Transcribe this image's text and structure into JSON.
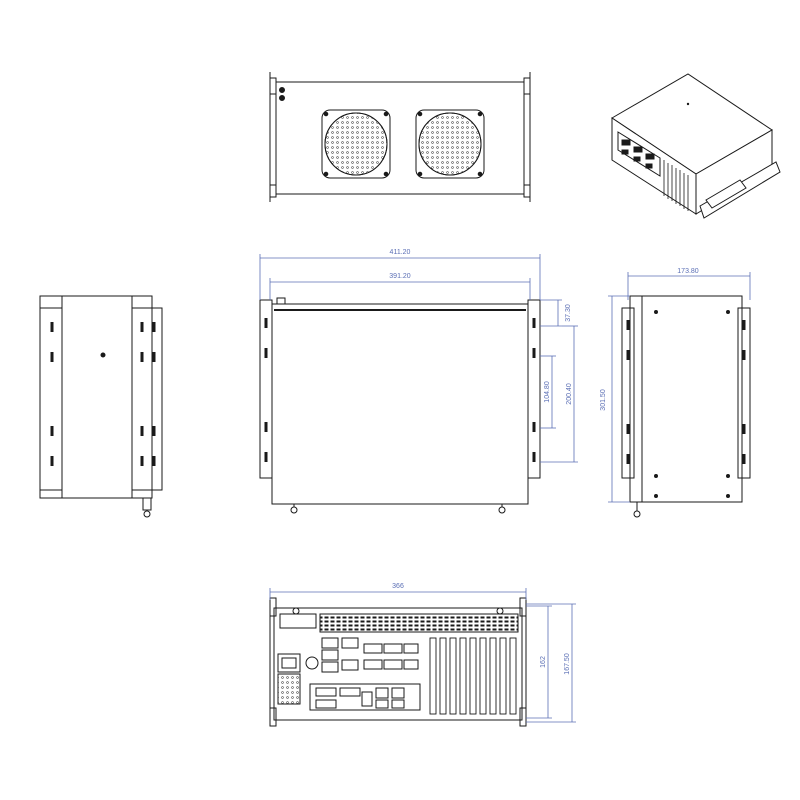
{
  "drawing": {
    "dimensions": {
      "front_overall_width": "411.20",
      "front_inner_width": "391.20",
      "front_top_offset": "37.30",
      "front_slot_span": "104.80",
      "front_ear_span": "200.40",
      "side_depth": "173.80",
      "side_height": "301.50",
      "rear_width": "366",
      "rear_height": "162",
      "rear_overall_height": "167.50"
    },
    "colors": {
      "line": "#1a1a1a",
      "dimension": "#5b6fb5"
    }
  }
}
